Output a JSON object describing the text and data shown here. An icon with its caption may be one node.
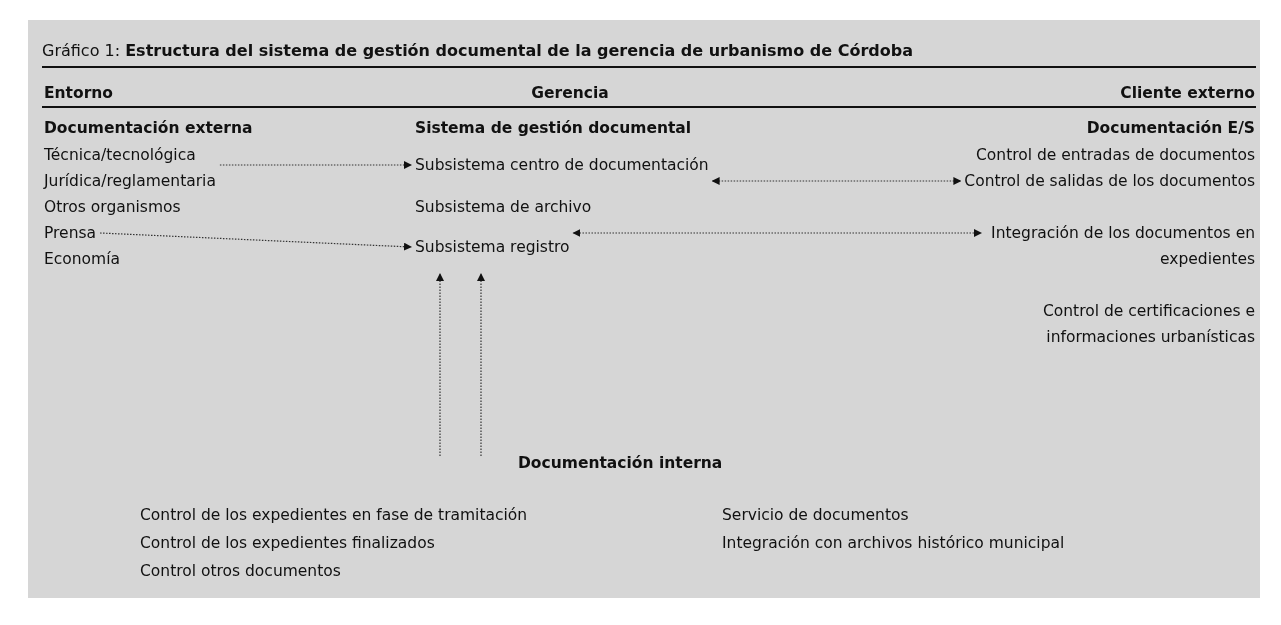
{
  "diagram": {
    "title": "Gráfico 1: **Estructura del sistema de gestión documental de la gerencia de urbanismo de Córdoba**",
    "nodes": [
      {
        "text": [
          "Jurídica/reglamentaria"
        ]
      },
      {
        "text": [
          "Prensa"
        ]
      },
      {
        "text": [
          "Subsistema centro de documentación"
        ]
      },
      {
        "text": [
          "Subsistema registro"
        ]
      },
      {
        "text": [
          "Control de salidas de los documentos"
        ]
      },
      {
        "text": [
          "Integración de los documentos en expedientes"
        ]
      },
      {
        "text": [
          "Documentación interna"
        ]
      }
    ],
    "edges": [
      {
        "from": 0,
        "to": 2,
        "arrow": "to"
      },
      {
        "from": 1,
        "to": 3,
        "arrow": "to"
      },
      {
        "from": 2,
        "to": 4,
        "arrow": "both"
      },
      {
        "from": 3,
        "to": 5,
        "arrow": "both"
      },
      {
        "from": null,
        "to": 3,
        "arrow": "to"
      },
      {
        "from": null,
        "to": 3,
        "arrow": "to"
      }
    ],
    "labels": [
      "Entorno",
      "Gerencia",
      "Cliente externo",
      "Documentación externa",
      "Sistema de gestión documental",
      "Documentación E/S",
      "Técnica/tecnológica",
      "Control de entradas de documentos",
      "Otros organismos",
      "Subsistema de archivo",
      "Economía",
      "Control de certificaciones e informaciones urbanísticas",
      "Control de los expedientes en fase de tramitación",
      "Servicio de documentos",
      "Control de los expedientes finalizados",
      "Integración con archivos histórico municipal",
      "Control otros documentos"
    ]
  }
}
